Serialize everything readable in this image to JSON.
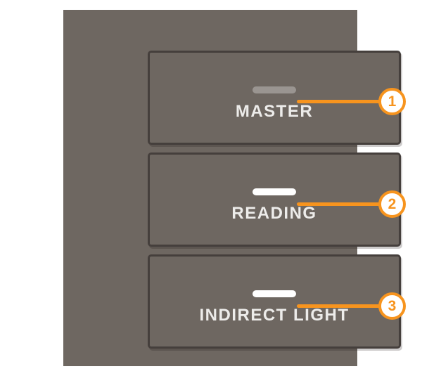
{
  "colors": {
    "accent": "#F7941E",
    "page_bg": "#FFFFFF",
    "panel_bg": "#6E6761",
    "button_bg": "#6E6761",
    "button_border": "#453F3C",
    "led_dim": "#9A9591",
    "led_on": "#FFFFFF",
    "label": "#EDECEA",
    "badge_bg": "#FFFFFF"
  },
  "panel": {
    "buttons": [
      {
        "label": "MASTER",
        "number": "1",
        "led_state": "led-dim"
      },
      {
        "label": "READING",
        "number": "2",
        "led_state": "led-on"
      },
      {
        "label": "INDIRECT LIGHT",
        "number": "3",
        "led_state": "led-on"
      }
    ]
  },
  "callouts": [
    {
      "number": "1"
    },
    {
      "number": "2"
    },
    {
      "number": "3"
    }
  ]
}
